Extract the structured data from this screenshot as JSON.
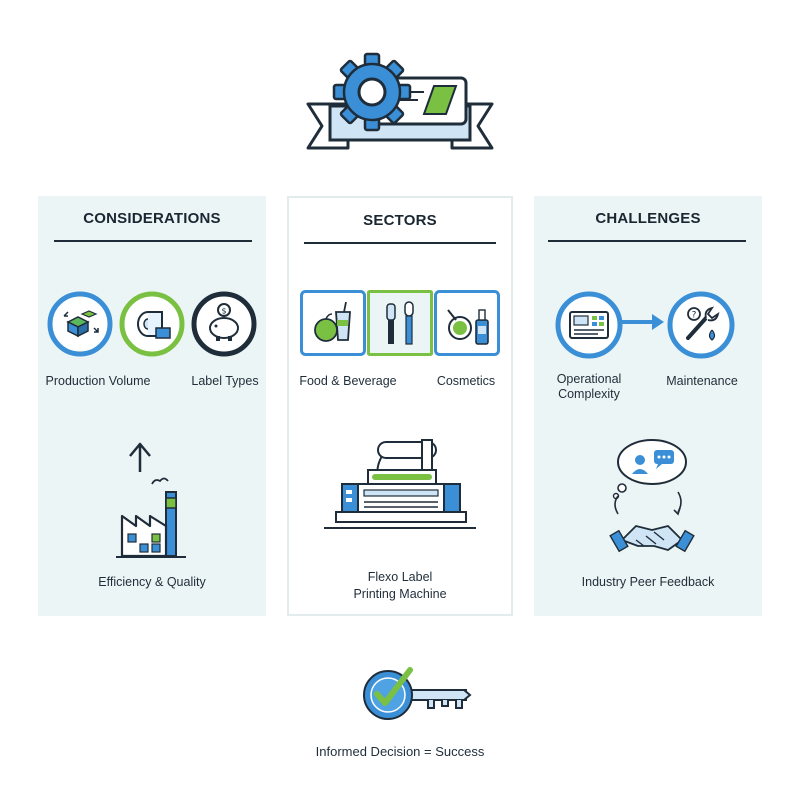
{
  "colors": {
    "primary_blue": "#3a8fd6",
    "dark_navy": "#1f2d3a",
    "accent_green": "#7ac143",
    "panel_bg": "#ecf5f5"
  },
  "header": {
    "icon": "gear-label-banner-icon"
  },
  "considerations": {
    "title": "CONSIDERATIONS",
    "items": [
      {
        "label": "Production Volume",
        "icon": "boxes-volume-icon"
      },
      {
        "label": "",
        "icon": "label-roll-icon"
      },
      {
        "label": "Label Types",
        "icon": "piggy-bank-icon"
      }
    ],
    "bottom": {
      "label": "Efficiency & Quality",
      "icon": "factory-arrow-icon"
    }
  },
  "sectors": {
    "title": "SECTORS",
    "items": [
      {
        "label": "Food & Beverage",
        "icon": "apple-drink-icon"
      },
      {
        "label": "",
        "icon": "brushes-icon"
      },
      {
        "label": "Cosmetics",
        "icon": "cosmetics-bottle-icon"
      }
    ],
    "bottom": {
      "line1": "Flexo Label",
      "line2": "Printing Machine",
      "icon": "printing-machine-icon"
    }
  },
  "challenges": {
    "title": "CHALLENGES",
    "items": [
      {
        "line1": "Operational",
        "line2": "Complexity",
        "icon": "control-panel-icon"
      },
      {
        "label": "Maintenance",
        "icon": "tools-icon"
      }
    ],
    "bottom": {
      "label": "Industry Peer Feedback",
      "icon": "chat-handshake-icon"
    }
  },
  "footer": {
    "text": "Informed Decision = Success",
    "icon": "key-check-icon"
  }
}
